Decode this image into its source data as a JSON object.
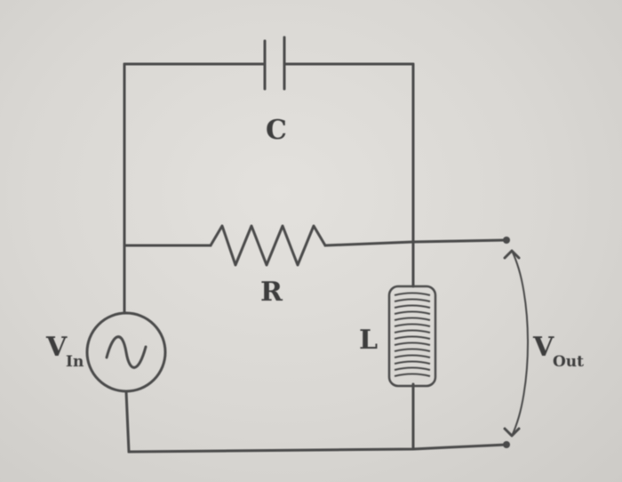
{
  "labels": {
    "capacitor": "C",
    "resistor": "R",
    "inductor": "L",
    "source_main": "V",
    "source_sub": "In",
    "output_main": "V",
    "output_sub": "Out"
  },
  "colors": {
    "background": "#dcdad6",
    "ink": "#4a4a4a"
  },
  "icons": {
    "source": "ac-voltage-source-icon",
    "capacitor": "capacitor-icon",
    "resistor": "resistor-icon",
    "inductor": "inductor-icon",
    "output": "output-bracket-icon"
  }
}
